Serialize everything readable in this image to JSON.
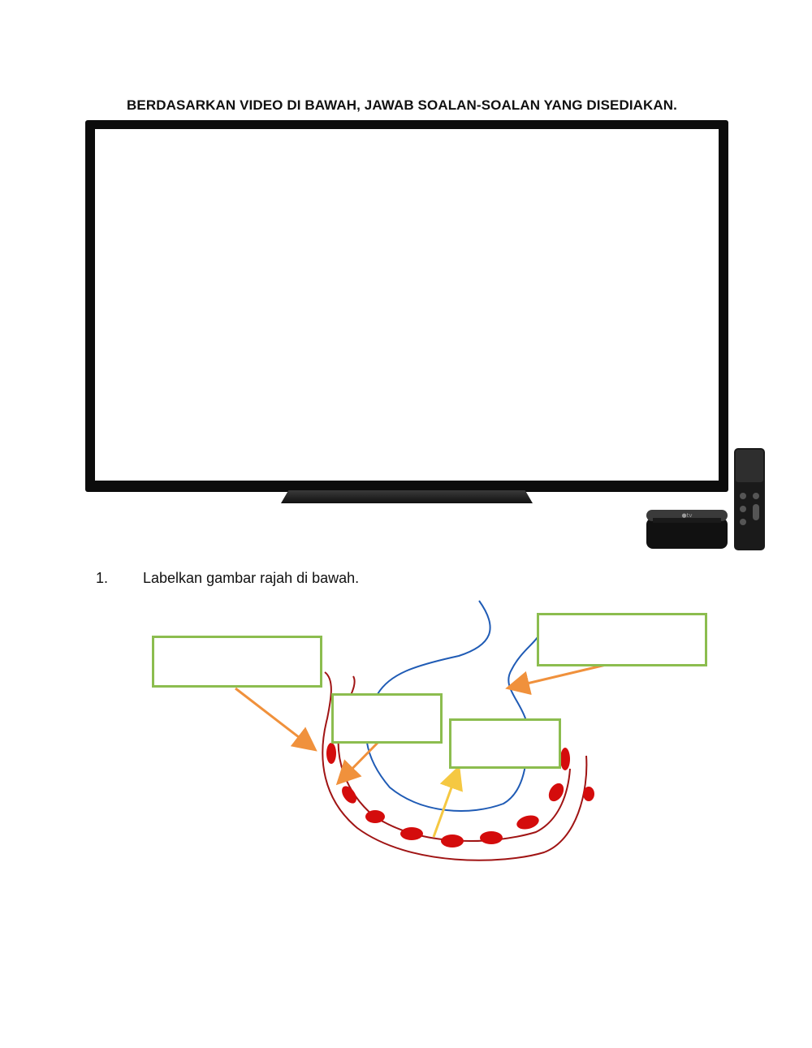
{
  "page": {
    "heading": "BERDASARKAN VIDEO DI BAWAH, JAWAB SOALAN-SOALAN YANG DISEDIAKAN."
  },
  "question": {
    "number": "1.",
    "text": "Labelkan gambar rajah di bawah."
  },
  "diagram": {
    "label_boxes": [
      {
        "value": ""
      },
      {
        "value": ""
      },
      {
        "value": ""
      },
      {
        "value": ""
      }
    ],
    "colors": {
      "box_border": "#8cbd4f",
      "outer_wall": "#a01414",
      "inner_fold": "#1f5bb5",
      "cells": "#d40c0c",
      "arrow_orange": "#f0913c",
      "arrow_yellow": "#f5c842"
    }
  }
}
